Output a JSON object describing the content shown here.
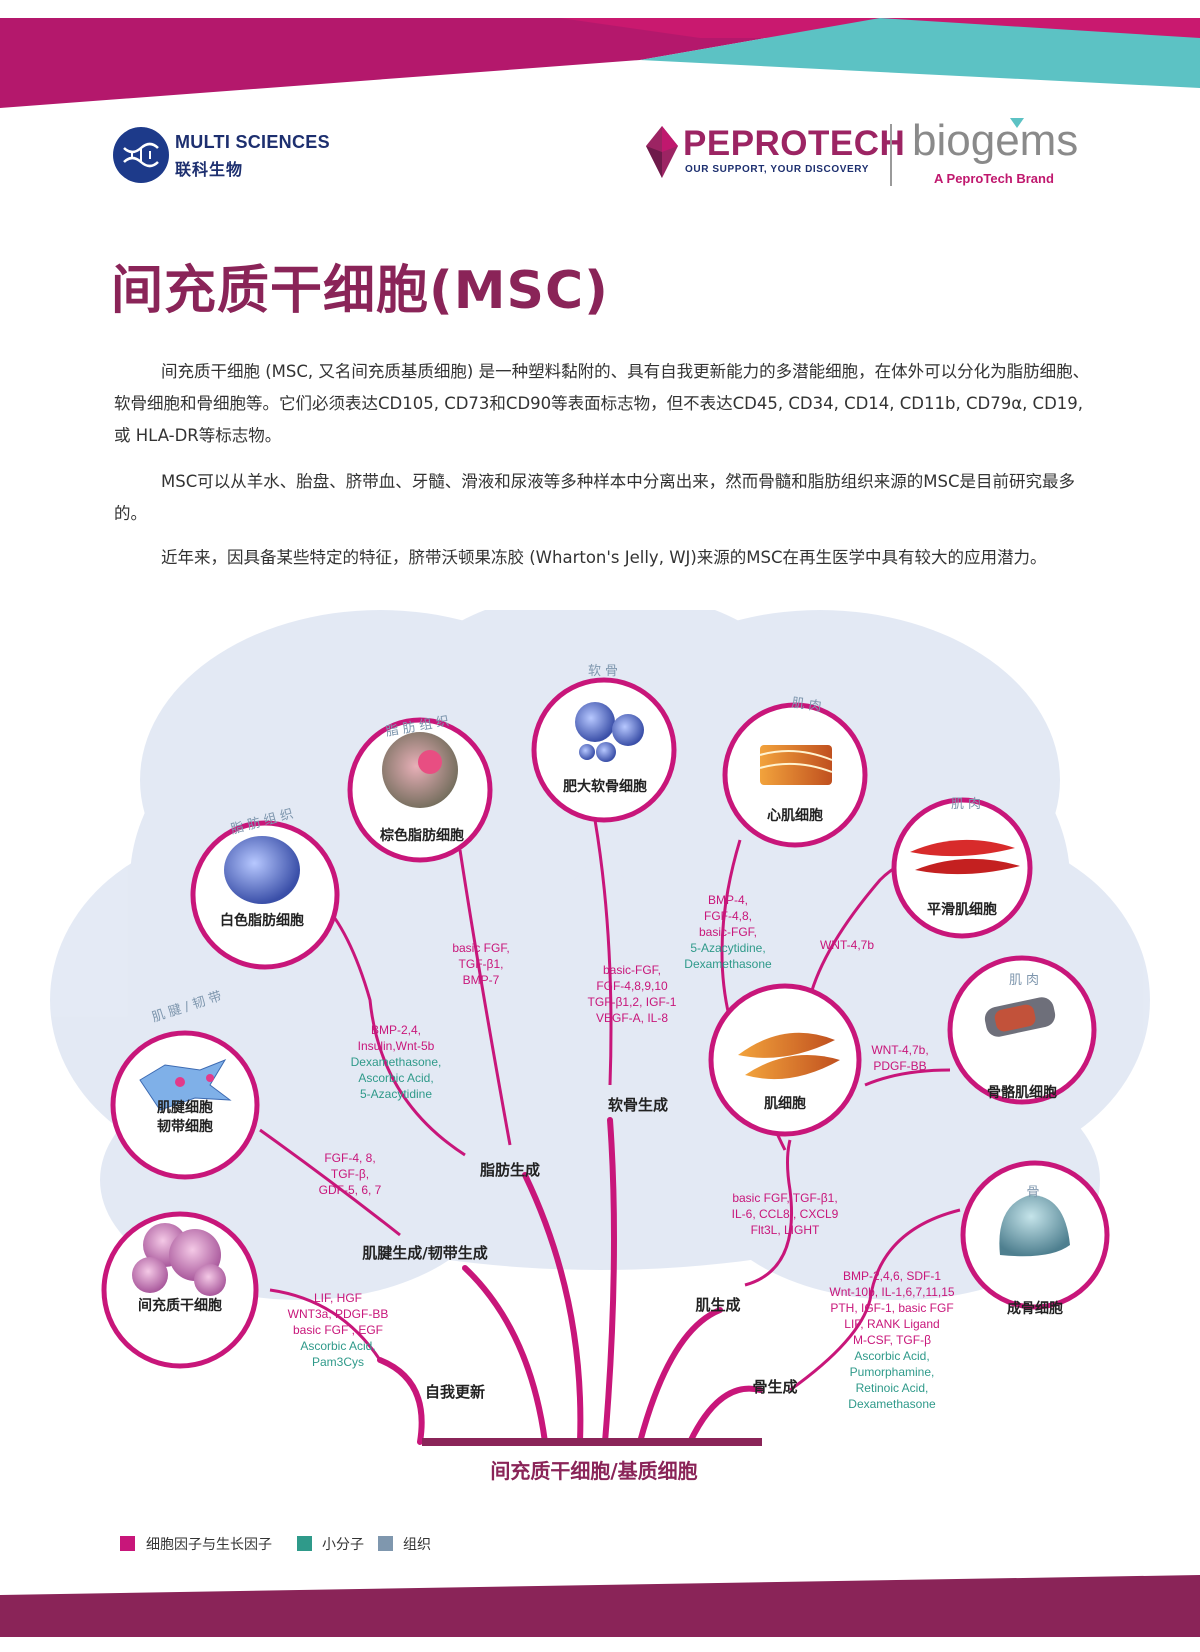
{
  "header": {
    "multi_name": "MULTI SCIENCES",
    "multi_cn": "联科生物",
    "pepro_name": "PEPROTECH",
    "pepro_tagline": "OUR SUPPORT, YOUR DISCOVERY",
    "biogems_name": "biogems",
    "biogems_tagline": "A PeproTech Brand"
  },
  "title": "间充质干细胞(MSC)",
  "paragraphs": [
    "间充质干细胞 (MSC, 又名间充质基质细胞) 是一种塑料黏附的、具有自我更新能力的多潜能细胞，在体外可以分化为脂肪细胞、软骨细胞和骨细胞等。它们必须表达CD105, CD73和CD90等表面标志物，但不表达CD45, CD34, CD14, CD11b, CD79α, CD19, 或 HLA-DR等标志物。",
    "MSC可以从羊水、胎盘、脐带血、牙髓、滑液和尿液等多种样本中分离出来，然而骨髓和脂肪组织来源的MSC是目前研究最多的。",
    "近年来，因具备某些特定的特征，脐带沃顿果冻胶 (Wharton's Jelly, WJ)来源的MSC在再生医学中具有较大的应用潜力。"
  ],
  "diagram": {
    "base_label": "间充质干细胞/基质细胞",
    "branches": {
      "self_renew": "自我更新",
      "tendon": "肌腱生成/韧带生成",
      "adipo": "脂肪生成",
      "chondro": "软骨生成",
      "myo": "肌生成",
      "osteo": "骨生成"
    },
    "cells": {
      "msc": "间充质干细胞",
      "tendon_cell_1": "肌腱细胞",
      "tendon_cell_2": "韧带细胞",
      "white_fat": "白色脂肪细胞",
      "brown_fat": "棕色脂肪细胞",
      "chondrocyte": "肥大软骨细胞",
      "cardiomyocyte": "心肌细胞",
      "smooth_muscle": "平滑肌细胞",
      "myocyte": "肌细胞",
      "skeletal_muscle": "骨骼肌细胞",
      "osteoblast": "成骨细胞"
    },
    "tissues": {
      "tendon": "肌腱/韧带",
      "fat1": "脂肪组织",
      "fat2": "脂肪组织",
      "cartilage": "软骨",
      "muscle1": "肌肉",
      "muscle2": "肌肉",
      "muscle3": "肌肉",
      "bone": "骨"
    },
    "factors": {
      "self_renew": {
        "gf": [
          "LIF, HGF",
          "WNT3a, PDGF-BB",
          "basic FGF , EGF"
        ],
        "sm": [
          "Ascorbic Acid,",
          "Pam3Cys"
        ]
      },
      "tendon": {
        "gf": [
          "FGF-4, 8,",
          "TGF-β,",
          "GDF-5, 6, 7"
        ]
      },
      "white_fat": {
        "gf": [
          "BMP-2,4,",
          "Insulin,Wnt-5b"
        ],
        "sm": [
          "Dexamethasone,",
          "Ascorbic Acid,",
          "5-Azacytidine"
        ]
      },
      "brown_fat": {
        "gf": [
          "basic FGF,",
          "TGF-β1,",
          "BMP-7"
        ]
      },
      "chondro": {
        "gf": [
          "basic-FGF,",
          "FGF-4,8,9,10",
          "TGF-β1,2, IGF-1",
          "VEGF-A, IL-8"
        ]
      },
      "cardio": {
        "gf": [
          "BMP-4,",
          "FGF-4,8,",
          "basic-FGF,"
        ],
        "sm": [
          "5-Azacytidine,",
          "Dexamethasone"
        ]
      },
      "smooth": {
        "gf": [
          "WNT-4,7b"
        ]
      },
      "skeletal": {
        "gf": [
          "WNT-4,7b,",
          "PDGF-BB"
        ]
      },
      "myo": {
        "gf": [
          "basic FGF, TGF-β1,",
          "IL-6, CCL8 , CXCL9",
          "Flt3L, LIGHT"
        ]
      },
      "osteo": {
        "gf": [
          "BMP-2,4,6, SDF-1",
          "Wnt-10b, IL-1,6,7,11,15",
          "PTH, IGF-1, basic FGF",
          "LIF, RANK Ligand",
          "M-CSF, TGF-β"
        ],
        "sm": [
          "Ascorbic Acid,",
          "Pumorphamine,",
          "Retinoic Acid,",
          "Dexamethasone"
        ]
      }
    }
  },
  "legend": [
    {
      "label": "细胞因子与生长因子",
      "color": "#c8167a"
    },
    {
      "label": "小分子",
      "color": "#2f9a8a"
    },
    {
      "label": "组织",
      "color": "#7f97ae"
    }
  ],
  "colors": {
    "magenta": "#c8167a",
    "teal": "#2f9a8a",
    "purple": "#8a2458",
    "tissue": "#7f97ae"
  }
}
